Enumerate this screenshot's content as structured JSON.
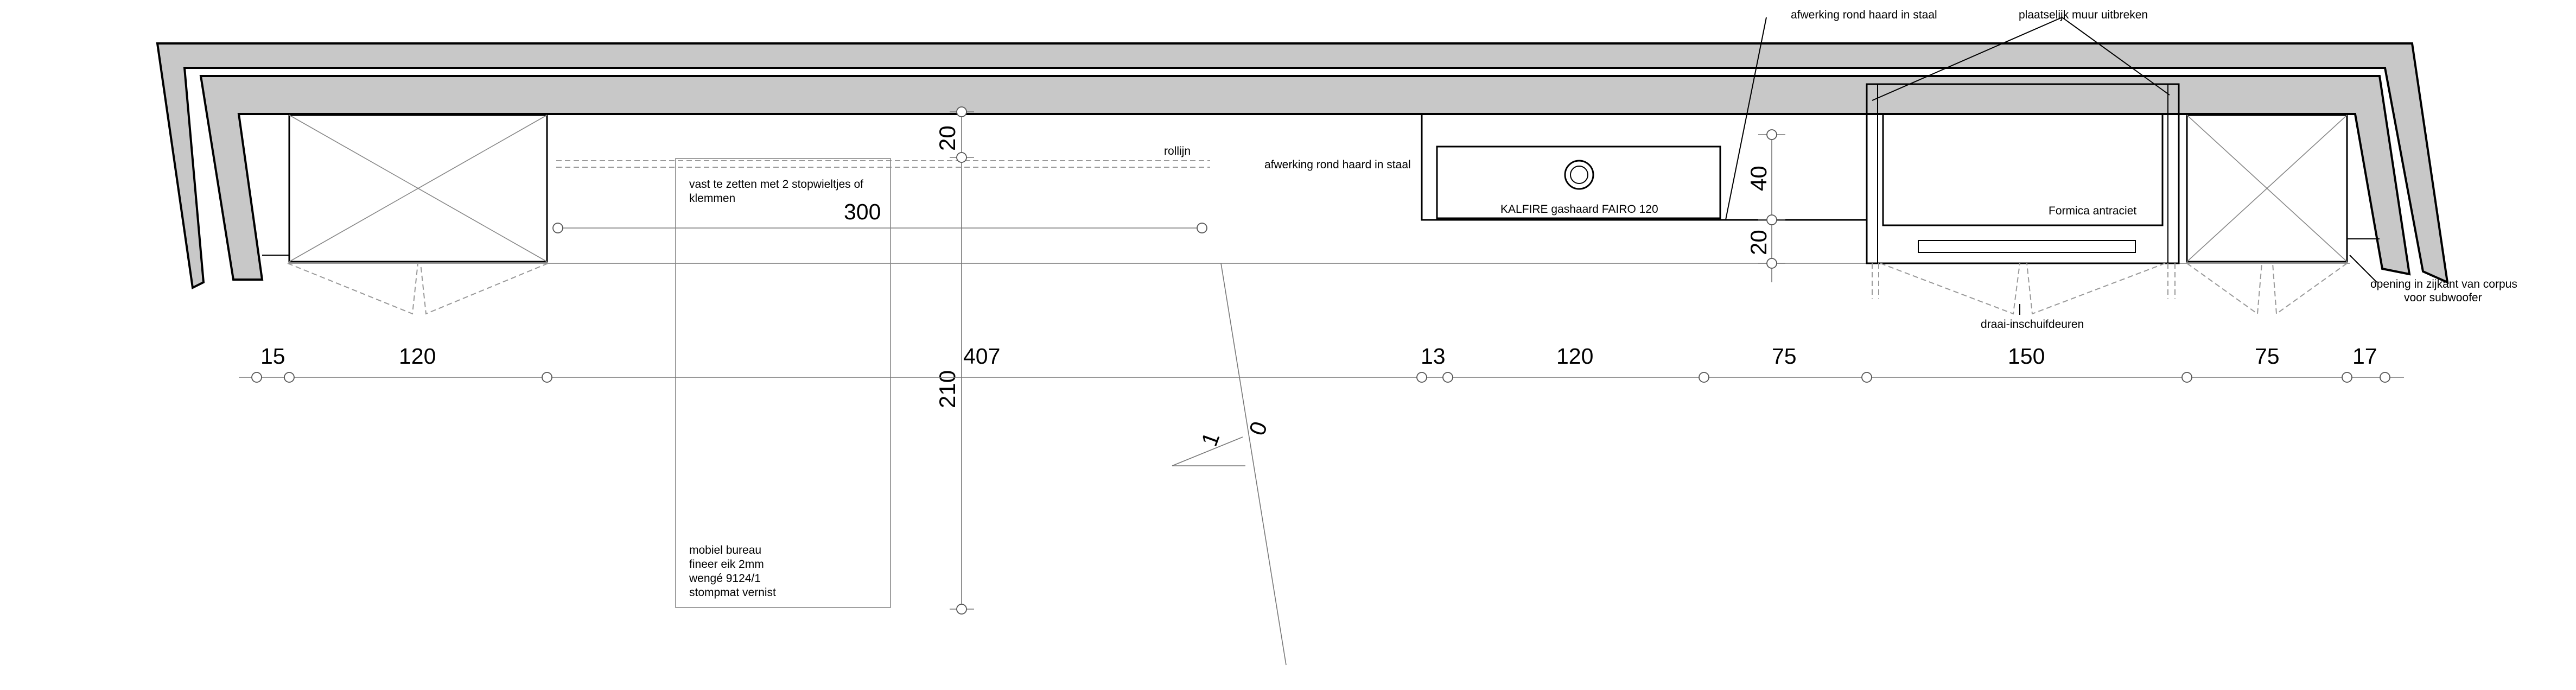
{
  "labels": {
    "afwerking_top": "afwerking rond haard in staal",
    "muur_uitbreken": "plaatselijk muur uitbreken",
    "rollijn": "rollijn",
    "afwerking_left": "afwerking rond haard in staal",
    "vast_line1": "vast te zetten met 2 stopwieltjes of",
    "vast_line2": "klemmen",
    "kalfire": "KALFIRE gashaard FAIRO 120",
    "formica": "Formica antraciet",
    "opening_line1": "opening in zijkant van corpus",
    "opening_line2": "voor subwoofer",
    "draai": "draai-inschuifdeuren",
    "bureau_line1": "mobiel bureau",
    "bureau_line2": "fineer eik 2mm",
    "bureau_line3": "wengé 9124/1",
    "bureau_line4": "stompmat vernist"
  },
  "dims": {
    "bureau_width": "300",
    "v20_top": "20",
    "v210": "210",
    "v407": "407",
    "v40": "40",
    "v20_right": "20",
    "d15": "15",
    "d120a": "120",
    "d13": "13",
    "d120b": "120",
    "d75a": "75",
    "d150": "150",
    "d75b": "75",
    "d17": "17",
    "north_1": "1",
    "north_0": "0"
  }
}
